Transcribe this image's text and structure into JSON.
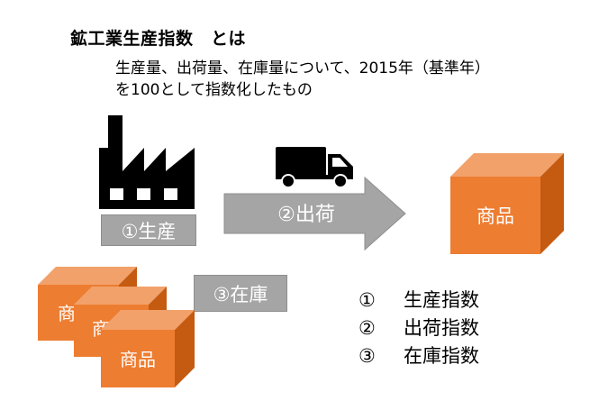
{
  "title": "鉱工業生産指数　とは",
  "description": {
    "line1": "生産量、出荷量、在庫量について、2015年（基準年）",
    "line2": "を100として指数化したもの"
  },
  "labels": {
    "production": "①生産",
    "shipment": "②出荷",
    "inventory": "③在庫"
  },
  "product_label": "商品",
  "inventory_box_labels": [
    "商",
    "商",
    "商品"
  ],
  "legend": [
    {
      "num": "①",
      "text": "生産指数"
    },
    {
      "num": "②",
      "text": "出荷指数"
    },
    {
      "num": "③",
      "text": "在庫指数"
    }
  ],
  "colors": {
    "cube_front": "#ed7d31",
    "cube_top": "#f2a16a",
    "cube_side": "#c55a11",
    "gray": "#a5a5a5",
    "icon": "#000000"
  },
  "icons": [
    "factory-icon",
    "truck-icon"
  ]
}
